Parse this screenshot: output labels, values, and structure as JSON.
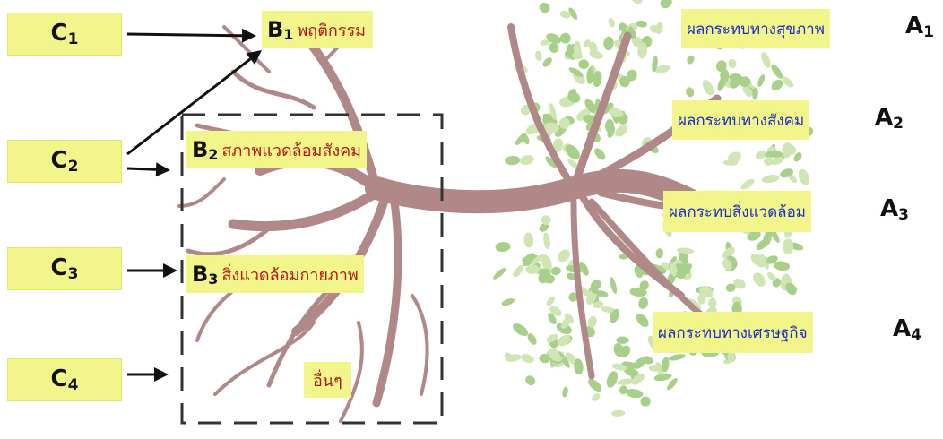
{
  "causes": [
    {
      "letter": "C",
      "index": "1"
    },
    {
      "letter": "C",
      "index": "2"
    },
    {
      "letter": "C",
      "index": "3"
    },
    {
      "letter": "C",
      "index": "4"
    }
  ],
  "behaviors": [
    {
      "letter": "B",
      "index": "1",
      "text": "พฤติกรรม"
    },
    {
      "letter": "B",
      "index": "2",
      "text": "สภาพแวดล้อมสังคม"
    },
    {
      "letter": "B",
      "index": "3",
      "text": "สิ่งแวดล้อมกายภาพ"
    }
  ],
  "other_label": "อื่นๆ",
  "impacts": [
    {
      "text": "ผลกระทบทางสุขภาพ",
      "letter": "A",
      "index": "1"
    },
    {
      "text": "ผลกระทบทางสังคม",
      "letter": "A",
      "index": "2"
    },
    {
      "text": "ผลกระทบสิ่งแวดล้อม",
      "letter": "A",
      "index": "3"
    },
    {
      "text": "ผลกระทบทางเศรษฐกิจ",
      "letter": "A",
      "index": "4"
    }
  ],
  "colors": {
    "label_bg": "#f2f58a",
    "root_trunk": "#b08888",
    "leaf_light": "#cfe6b4",
    "leaf_mid": "#a8d08a",
    "cause_text": "#111111",
    "behavior_text": "#b01818",
    "impact_text": "#1a2fc4"
  }
}
